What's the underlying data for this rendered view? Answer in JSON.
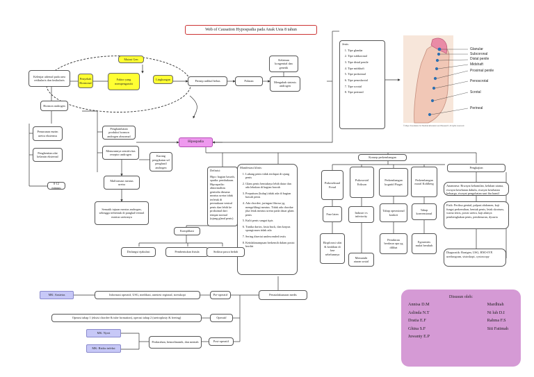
{
  "title": "Web of Causation Hypospadia  pada Anak Usia 8 tahun",
  "center": "Hipospadia",
  "causes": {
    "kelenjar": "Kelenjar adrenal pada area retikularis dan fasikularis",
    "mutasi": "Mutasi Gen",
    "hormonal": "Penyebab Hormonal",
    "faktor": "Faktor yang mempengaruhi",
    "lingkungan": "Lingkungan",
    "pestisida": "Prinsip radikal bebas",
    "polutan": "Polutan",
    "kelainan": "Kelainan kongenital dan genetik",
    "mengubah": "Mengubah sintesis androgen"
  },
  "hormon": {
    "hormon": "Hormon androgen",
    "penurunan": "Penurunan enzim uretra eksternus",
    "penghentian": "Penghentian alat kelamin eksternal",
    "minggu": "8-12 minggu",
    "hambatan": "Penghambatan produksi hormon androgen abnormal",
    "menurunnya": "Menurunnya sensitivitas reseptor androgen",
    "kurang": "Kurang pengikatan sel penghasil androgen",
    "meatus": "Malformasi meatus uretra",
    "sematik": "Sematik tujuan meatus androgen, sehingga terbentuk di pangkal/ventral meatus uretranya"
  },
  "jenis": {
    "heading": "Jenis:",
    "items": [
      "Tipe glandar",
      "Tipe subkoronal",
      "Tipe distal penile",
      "Tipe midshaft",
      "Tipe proksimal",
      "Tipe penoskrotal",
      "Tipe scrotal",
      "Tipe perineal"
    ]
  },
  "anatomy": {
    "labels": [
      "Glanular",
      "Subcoronal",
      "Distal penile",
      "Midshaft",
      "Proximal penile",
      "Penoscrotal",
      "Scrotal",
      "Perineal"
    ],
    "caption": "© Mayo Foundation for Medical Education and Research. All rights reserved."
  },
  "definisi": {
    "heading": "Definisi:",
    "body": "Hipo: bagian bawah, spadia: pembukaan. Hipospadia: abnormalitas genitalia dimana meatus uretra tidak terletak di permukaan ventral penis dan lebih ke proksimal dari tempat normal (ujung gland penis)"
  },
  "manifestasi": {
    "heading": "Manifestasi klinis:",
    "items": [
      "Lubang penis tidak terdapat di ujung penis",
      "Glans penis bentuknya lebih datar dan ada lekukan di bagian bawah",
      "Preputium (kulup) tidak ada di bagian bawah penis",
      "Ada chordee, jaringan fibrosa yg mengelilingi meatus. Tidak ada chordae jika letak meatus uretra pada dasar glans penis",
      "Kulit penis sangat tipis",
      "Tunika dartos, fasia buck, dan korpus spongiosum tidak ada",
      "Sering disertai undescended testis",
      "Ketidakmampuan berkemih dalam posisi berdiri"
    ]
  },
  "komplikasi": {
    "label": "Komplikasi",
    "items": [
      "Disfungsi ejakulasi",
      "Pembentukan fistula",
      "Striktur pasca bedah"
    ]
  },
  "konsep": {
    "label": "Konsep perkembangan",
    "stages": [
      {
        "name": "Psikoseksual Freud",
        "sub": "Fase laten",
        "detail": "Eksplorasi sifat & keahlian di fase sebelumnya"
      },
      {
        "name": "Psikososial Erikson",
        "sub": "Industri vs inferiority",
        "detail": "Mematuhi aturan sosial"
      },
      {
        "name": "Perkembangan kognitif Piaget",
        "sub": "Tahap operasional konkrit",
        "detail": "Pemikiran berdasar apa yg dilihat"
      },
      {
        "name": "Perkembangan moral Kohlberg",
        "sub": "Tahap konvensional",
        "detail": "Egosentris mulai berubah"
      }
    ]
  },
  "pengkajian": {
    "label": "Pengkajian",
    "anamnesa": "Anamnesa: Riwayat kehamilan, keluhan utama, riwayat kesehatan dahulu, riwayat kesehatan keluarga, riwayat pengobatan saat ibu hamil",
    "fisik": "Fisik: Periksa genital, palpasi abdomen, kaji fungsi perkemihan, bentuk penis, letak skrotum, warna testis, posisi uretra, kaji adanya pembengkakan penis, pembesaran, dysuria",
    "diagnostik": "Diagnostik: Rontgen, USG, BNO-IVP, urethrogram, sistoskopi, cystoscopy"
  },
  "penatalaksanaan": {
    "label": "Penatalaksanaan medis",
    "preop": "Pre-operatif",
    "operatif": "Operatif",
    "postop": "Post-operatif",
    "preop_detail": "Informasi operatif, USG, medikasi, anestesi regional, stresskopi",
    "op_detail": "Operasi tahap 1 (eksisi chordee & tube formation), operasi tahap 2 (uretroplasty & freeing)",
    "postop_detail": "Perdarahan, hemodinamik, dan mentah",
    "mk_ansietas": "MK: Ansietas",
    "mk_nyeri": "MK: Nyeri",
    "mk_infeksi": "MK: Risiko infeksi"
  },
  "credits": {
    "heading": "Disusun oleh:",
    "col1": [
      "Annisa D.M",
      "Aslinda N.T",
      "Dratia E.F",
      "Ghina S.F",
      "Juwanty E.P"
    ],
    "col2": [
      "Mardhiah",
      "Ni luh D.I",
      "Rahma F.S",
      "Siti Fatimah"
    ]
  }
}
